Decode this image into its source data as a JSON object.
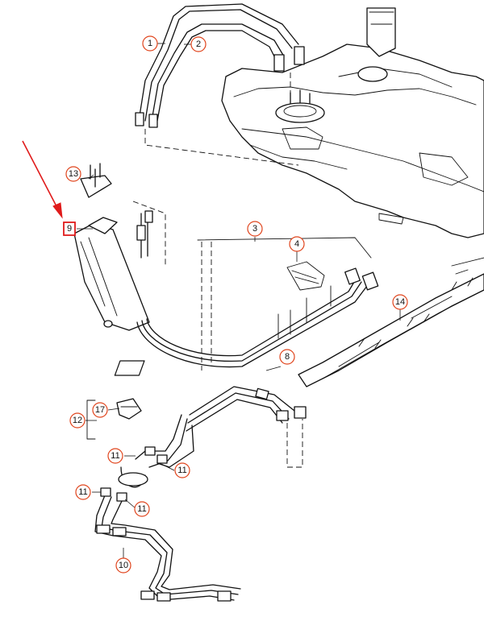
{
  "callouts": [
    {
      "id": "1",
      "label": "1"
    },
    {
      "id": "2",
      "label": "2"
    },
    {
      "id": "3",
      "label": "3"
    },
    {
      "id": "4",
      "label": "4"
    },
    {
      "id": "8",
      "label": "8"
    },
    {
      "id": "9",
      "label": "9"
    },
    {
      "id": "10",
      "label": "10"
    },
    {
      "id": "11a",
      "label": "11"
    },
    {
      "id": "11b",
      "label": "11"
    },
    {
      "id": "11c",
      "label": "11"
    },
    {
      "id": "11d",
      "label": "11"
    },
    {
      "id": "12",
      "label": "12"
    },
    {
      "id": "13",
      "label": "13"
    },
    {
      "id": "14",
      "label": "14"
    },
    {
      "id": "17",
      "label": "17"
    }
  ],
  "highlight": {
    "callout": "9",
    "color": "#e01b1b"
  },
  "colors": {
    "callout_ring": "#e0441c",
    "line": "#111111",
    "arrow": "#e01b1b"
  }
}
